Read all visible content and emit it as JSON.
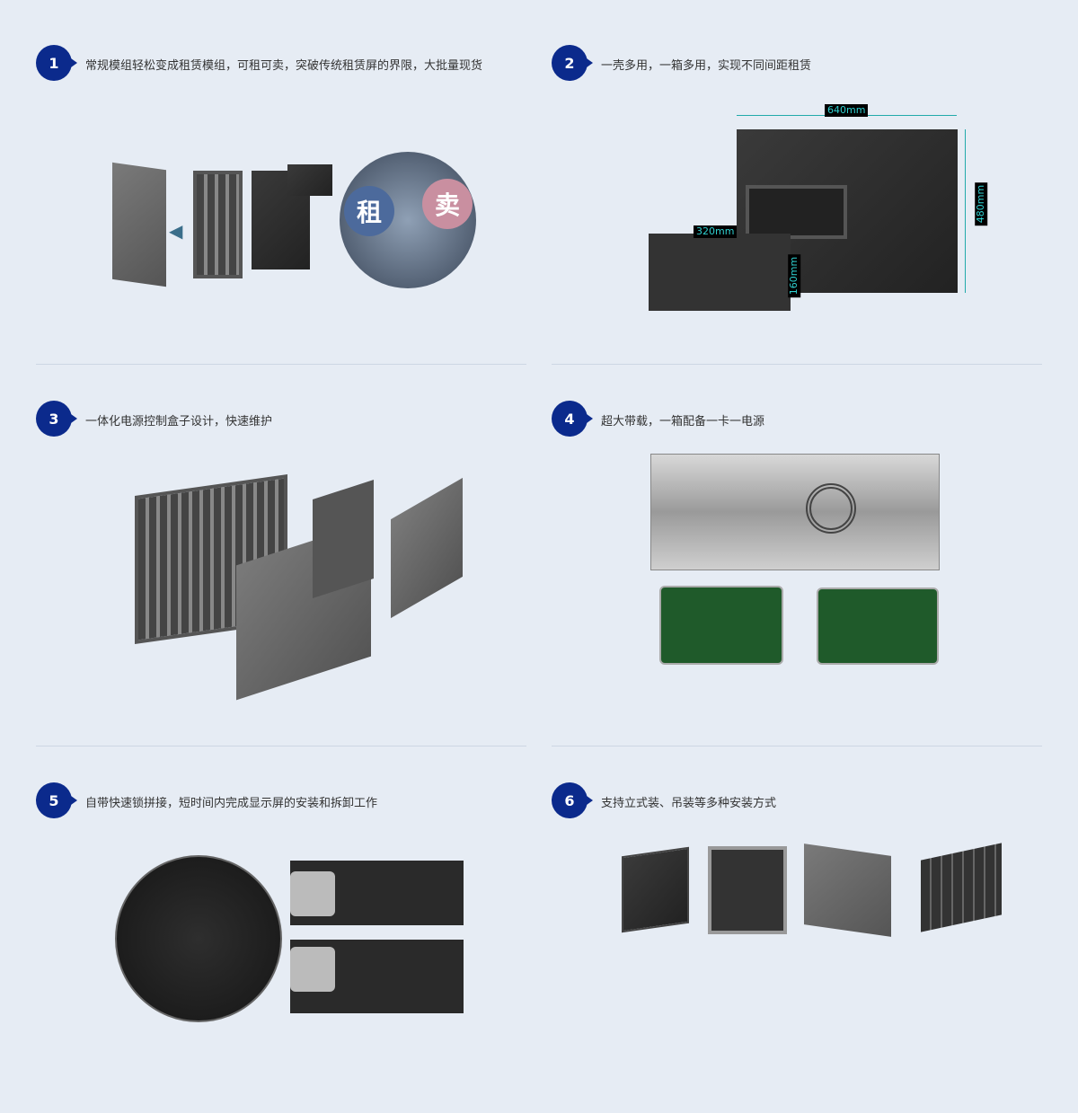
{
  "features": [
    {
      "num": "1",
      "text": "常规模组轻松变成租赁模组，可租可卖，突破传统租赁屏的界限，大批量现货",
      "labels": {
        "rent": "租",
        "sell": "卖"
      }
    },
    {
      "num": "2",
      "text": "一壳多用，一箱多用，实现不同间距租赁",
      "dims": {
        "width": "640mm",
        "height": "480mm",
        "module_w": "320mm",
        "module_h": "160mm"
      }
    },
    {
      "num": "3",
      "text": "一体化电源控制盒子设计，快速维护"
    },
    {
      "num": "4",
      "text": "超大带载，一箱配备一卡一电源"
    },
    {
      "num": "5",
      "text": "自带快速锁拼接，短时间内完成显示屏的安装和拆卸工作"
    },
    {
      "num": "6",
      "text": "支持立式装、吊装等多种安装方式"
    }
  ],
  "colors": {
    "badge": "#0b2a8c",
    "background": "#e6ecf4"
  }
}
